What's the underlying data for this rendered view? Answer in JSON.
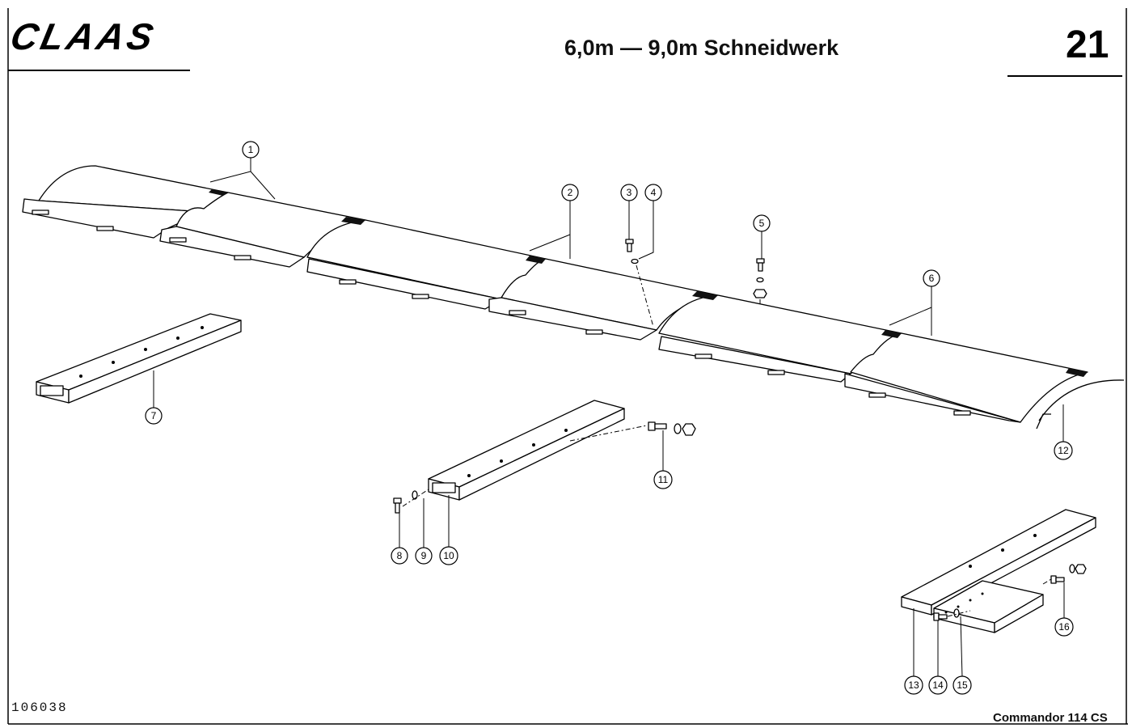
{
  "header": {
    "logo": "CLAAS",
    "title": "6,0m — 9,0m Schneidwerk",
    "page_number": "21"
  },
  "footer": {
    "document_number": "106038",
    "model": "Commandor 114 CS"
  },
  "callouts": {
    "c1": "1",
    "c2": "2",
    "c3": "3",
    "c4": "4",
    "c5": "5",
    "c6": "6",
    "c7": "7",
    "c8": "8",
    "c9": "9",
    "c10": "10",
    "c11": "11",
    "c12": "12",
    "c13": "13",
    "c14": "14",
    "c15": "15",
    "c16": "16"
  }
}
